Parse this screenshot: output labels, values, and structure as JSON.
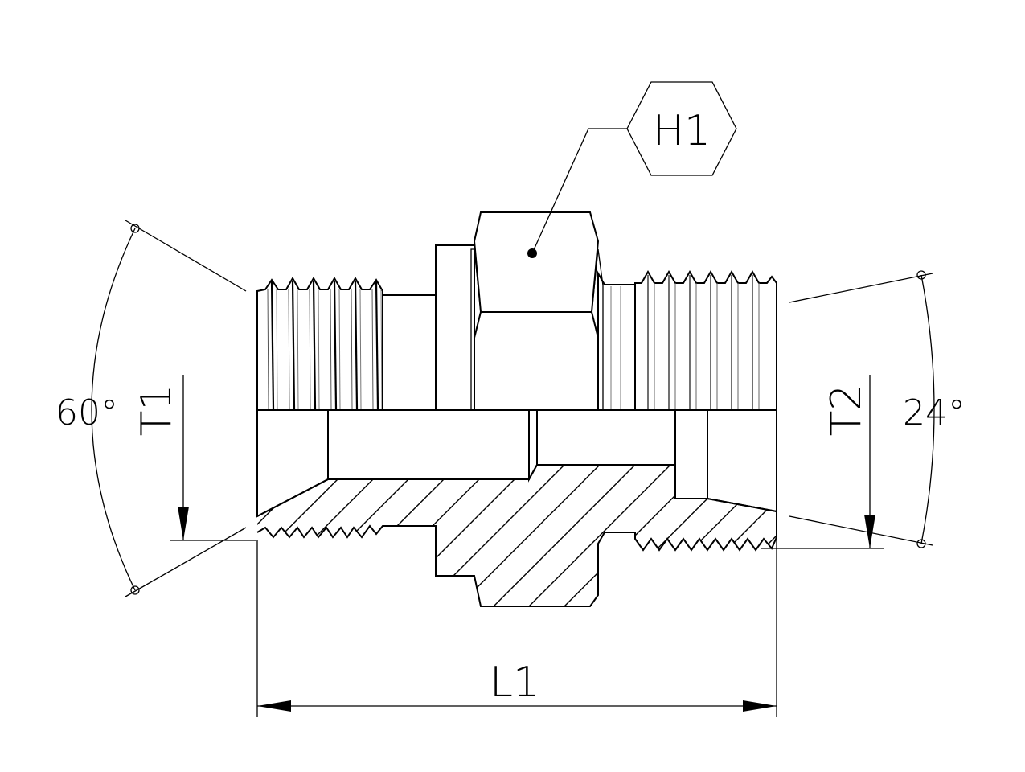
{
  "labels": {
    "hex": "H1",
    "length": "L1",
    "thread_left": "T1",
    "thread_right": "T2",
    "angle_left": "60°",
    "angle_right": "24°"
  },
  "colors": {
    "metal_light": "#eef0f2",
    "metal_mid": "#b9bdc2",
    "metal_dark": "#8a8f96",
    "hex_fill": "#b5b8bd",
    "line": "#000000",
    "background": "#ffffff"
  }
}
